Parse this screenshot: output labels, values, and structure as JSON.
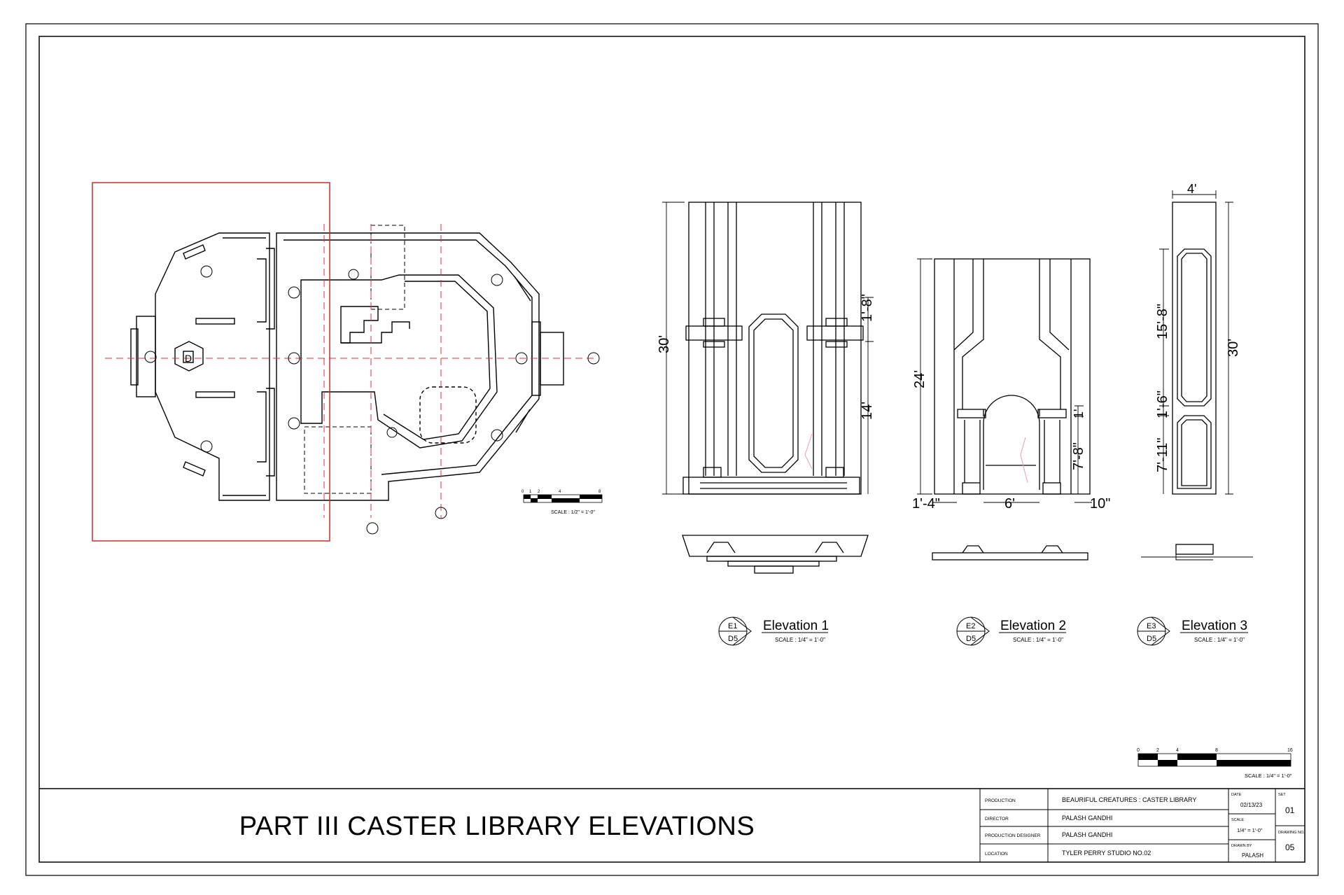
{
  "sheet_title": "PART III CASTER LIBRARY ELEVATIONS",
  "plan": {
    "scale_ticks": [
      "0",
      "1",
      "2",
      "4",
      "8"
    ],
    "scale_text": "SCALE : 1/2\" = 1'-0\"",
    "center_tag": "D"
  },
  "elevations": [
    {
      "name": "Elevation 1",
      "tag_top": "E1",
      "tag_bottom": "D5",
      "scale": "SCALE : 1/4\" = 1'-0\"",
      "dims": [
        "30'",
        "1'-8\"",
        "14'"
      ]
    },
    {
      "name": "Elevation 2",
      "tag_top": "E2",
      "tag_bottom": "D5",
      "scale": "SCALE : 1/4\" = 1'-0\"",
      "dims": [
        "24'",
        "1'",
        "7'-8\"",
        "1'-4\"",
        "6'",
        "10\""
      ]
    },
    {
      "name": "Elevation 3",
      "tag_top": "E3",
      "tag_bottom": "D5",
      "scale": "SCALE : 1/4\" = 1'-0\"",
      "dims": [
        "4'",
        "15'-8\"",
        "30'",
        "1'-6\"",
        "7'-11\""
      ]
    }
  ],
  "main_scale": {
    "ticks": [
      "0",
      "2",
      "4",
      "8",
      "16"
    ],
    "text": "SCALE : 1/4\" = 1'-0\""
  },
  "title_block": {
    "rows": [
      {
        "label": "PRODUCTION",
        "value": "BEAURIFUL CREATURES : CASTER LIBRARY"
      },
      {
        "label": "DIRECTOR",
        "value": "PALASH GANDHI"
      },
      {
        "label": "PRODUCTION DESIGNER",
        "value": "PALASH GANDHI"
      },
      {
        "label": "LOCATION",
        "value": "TYLER PERRY STUDIO NO.02"
      }
    ],
    "date_label": "DATE",
    "date_value": "02/13/23",
    "scale_label": "SCALE",
    "scale_value": "1/4\" = 1'-0\"",
    "drawn_by_label": "DRAWN BY",
    "drawn_by_value": "PALASH",
    "set_label": "SET",
    "set_value": "01",
    "drawing_no_label": "DRAWING NO.",
    "drawing_no_value": "05"
  },
  "colors": {
    "line": "#000000",
    "centerline": "#e03040",
    "highlight": "#d42a2a"
  }
}
